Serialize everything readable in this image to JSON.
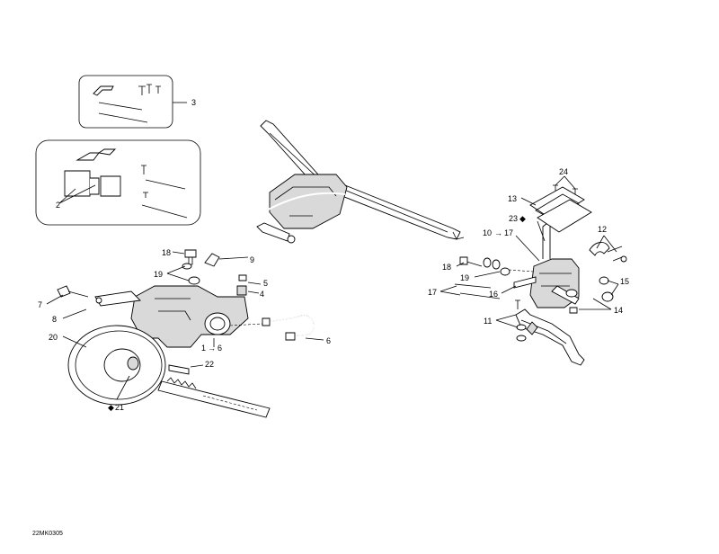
{
  "figure_code": "22MK0305",
  "callouts": {
    "c1": "1",
    "c1_arrow": "6",
    "c2": "2",
    "c3": "3",
    "c4": "4",
    "c5": "5",
    "c6": "6",
    "c7": "7",
    "c8": "8",
    "c9": "9",
    "c10": "10",
    "c10_arrow": "17",
    "c11": "11",
    "c12": "12",
    "c13": "13",
    "c14": "14",
    "c15": "15",
    "c16": "16",
    "c17": "17",
    "c18_left": "18",
    "c18_right": "18",
    "c19_left": "19",
    "c19_right": "19",
    "c20": "20",
    "c21": "21",
    "c22": "22",
    "c23": "23",
    "c24": "24"
  },
  "arrow_glyph": "→"
}
